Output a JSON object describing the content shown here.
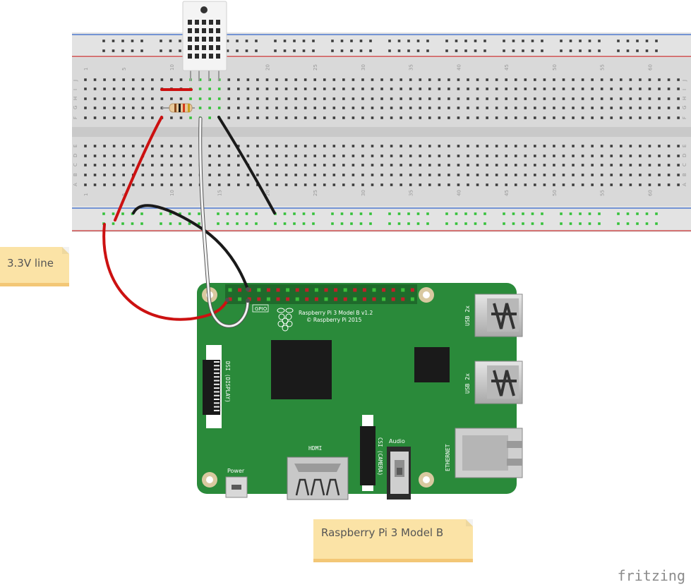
{
  "breadboard": {
    "column_numbers": [
      "1",
      "5",
      "10",
      "15",
      "20",
      "25",
      "30",
      "35",
      "40",
      "45",
      "50",
      "55",
      "60"
    ],
    "row_letters_top": [
      "J",
      "I",
      "H",
      "G",
      "F"
    ],
    "row_letters_bottom": [
      "E",
      "D",
      "C",
      "B",
      "A"
    ]
  },
  "rpi": {
    "title_line1": "Raspberry Pi 3 Model B v1.2",
    "title_line2": "© Raspberry Pi 2015",
    "gpio_label": "GPIO",
    "usb_label_1": "USB 2x",
    "usb_label_2": "USB 2x",
    "ethernet_label": "ETHERNET",
    "hdmi_label": "HDMI",
    "audio_label": "Audio",
    "power_label": "Power",
    "dsi_label": "DSI (DISPLAY)",
    "csi_label": "CSI (CAMERA)"
  },
  "notes": {
    "power_line": "3.3V line",
    "board_name": "Raspberry Pi 3 Model B"
  },
  "brand": "fritzing",
  "colors": {
    "board_green": "#2a8a3a",
    "breadboard": "#d9d9d9",
    "wire_red": "#cc1111",
    "wire_black": "#1a1a1a",
    "wire_white": "#f2f2f2",
    "note_bg": "#fbe3a6",
    "rail_blue": "#3366cc",
    "rail_red": "#cc3333"
  }
}
